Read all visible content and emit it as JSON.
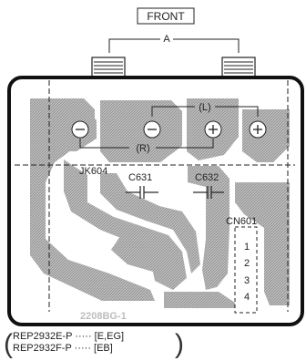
{
  "labels": {
    "front": "FRONT",
    "a": "A",
    "l": "(L)",
    "r": "(R)",
    "jack": "JK604",
    "c631": "C631",
    "c632": "C632",
    "cn601": "CN601",
    "board": "2208BG-1"
  },
  "terminals": [
    "⊖",
    "⊖",
    "⊕",
    "⊕"
  ],
  "pins": [
    "1",
    "2",
    "3",
    "4"
  ],
  "caption": [
    "REP2932E-P ····· [E,EG]",
    "REP2932F-P ····· [EB]"
  ]
}
